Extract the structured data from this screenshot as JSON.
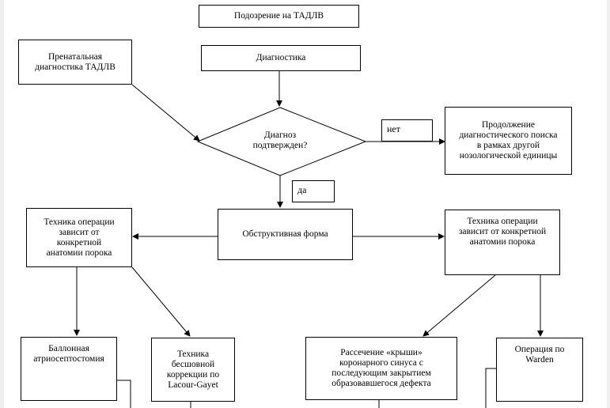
{
  "nodes": {
    "suspicion": "Подозрение на ТАДЛВ",
    "prenatal": "Пренатальная\nдиагностика ТАДЛВ",
    "diagnostics": "Диагностика",
    "decision": "Диагноз\nподтвержден?",
    "continue_search": "Продолжение\nдиагностического поиска\nв рамках другой\nнозологической единицы",
    "obstructive": "Обструктивная форма",
    "technique_left": "Техника операции\nзависит от\nконкретной\nанатомии порока",
    "technique_right": "Техника операции\nзависит от конкретной\nанатомии порока",
    "balloon": "Баллонная\nатриосептостомия",
    "sutureless": "Техника\nбесшовной\nкоррекции по\nLacour-Gayet",
    "dissection": "Рассечение «крыши»\nкоронарного  синуса с\nпоследующим закрытием\nобразовавшегося дефекта",
    "warden": "Операция по\nWarden"
  },
  "edge_labels": {
    "no": "нет",
    "yes": "да"
  },
  "colors": {
    "line": "#000000",
    "background": "#ffffff",
    "margin": "#f0f0f0"
  }
}
